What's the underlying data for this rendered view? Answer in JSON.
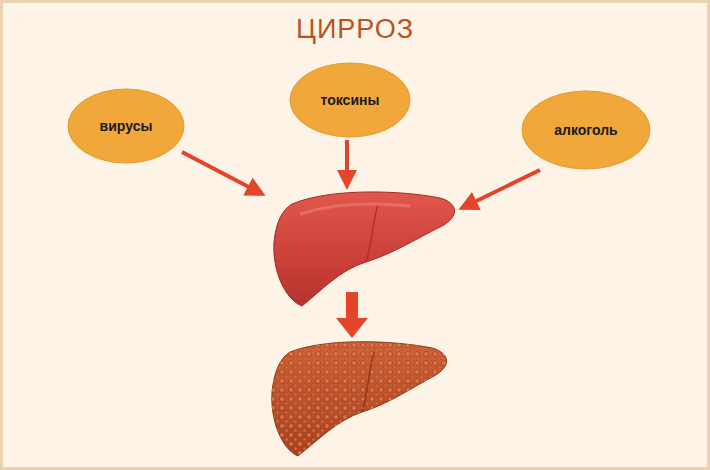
{
  "diagram": {
    "title": "ЦИРРОЗ",
    "nodes": [
      {
        "text": [
          "вирусы"
        ]
      },
      {
        "text": [
          "токсины"
        ]
      },
      {
        "text": [
          "алкоголь"
        ]
      }
    ]
  }
}
